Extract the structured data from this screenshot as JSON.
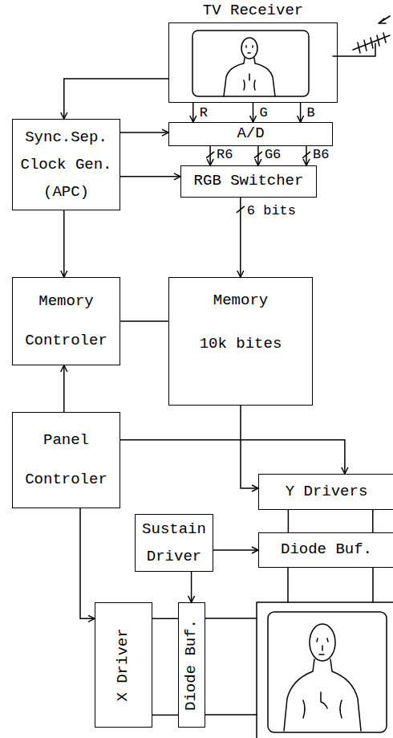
{
  "diagram": {
    "nodes": [
      {
        "text": [
          "TV Receiver"
        ]
      },
      {
        "text": [
          "A/D"
        ]
      },
      {
        "text": [
          "Sync.Sep. Clock Gen. (APC)"
        ]
      },
      {
        "text": [
          "RGB Switcher"
        ]
      },
      {
        "text": [
          "Memory Controler"
        ]
      },
      {
        "text": [
          "Memory",
          "10k bites"
        ]
      },
      {
        "text": [
          "Panel Controler"
        ]
      },
      {
        "text": [
          "Y Drivers"
        ]
      },
      {
        "text": [
          "Sustain Driver"
        ]
      },
      {
        "text": [
          "Diode Buf."
        ]
      },
      {
        "text": [
          "X Driver"
        ]
      },
      {
        "text": [
          "Diode Buf."
        ]
      }
    ],
    "edges": [
      {
        "from": 0,
        "to": 2,
        "arrow": "to"
      },
      {
        "from": 0,
        "to": 1,
        "label": "R",
        "arrow": "to"
      },
      {
        "from": 0,
        "to": 1,
        "label": "G",
        "arrow": "to"
      },
      {
        "from": 0,
        "to": 1,
        "label": "B",
        "arrow": "to"
      },
      {
        "from": 2,
        "to": 1,
        "arrow": "to"
      },
      {
        "from": 2,
        "to": 3,
        "arrow": "to"
      },
      {
        "from": 1,
        "to": 3,
        "label": "R6",
        "arrow": "to"
      },
      {
        "from": 1,
        "to": 3,
        "label": "G6",
        "arrow": "to"
      },
      {
        "from": 1,
        "to": 3,
        "label": "B6",
        "arrow": "to"
      },
      {
        "from": 3,
        "to": 5,
        "label": "6 bits",
        "arrow": "to"
      },
      {
        "from": 2,
        "to": 4,
        "arrow": "to"
      },
      {
        "from": 4,
        "to": 5,
        "arrow": "none"
      },
      {
        "from": 6,
        "to": 4,
        "arrow": "to"
      },
      {
        "from": 6,
        "to": 7,
        "arrow": "to"
      },
      {
        "from": 5,
        "to": 7,
        "arrow": "to"
      },
      {
        "from": 8,
        "to": 9,
        "arrow": "to"
      },
      {
        "from": 8,
        "to": 11,
        "arrow": "to"
      },
      {
        "from": 6,
        "to": 10,
        "arrow": "to"
      },
      {
        "from": 7,
        "to": 9,
        "arrow": "none"
      },
      {
        "from": 7,
        "to": 9,
        "arrow": "none"
      },
      {
        "from": 10,
        "to": 11,
        "arrow": "none"
      },
      {
        "from": 10,
        "to": 11,
        "arrow": "none"
      }
    ]
  }
}
